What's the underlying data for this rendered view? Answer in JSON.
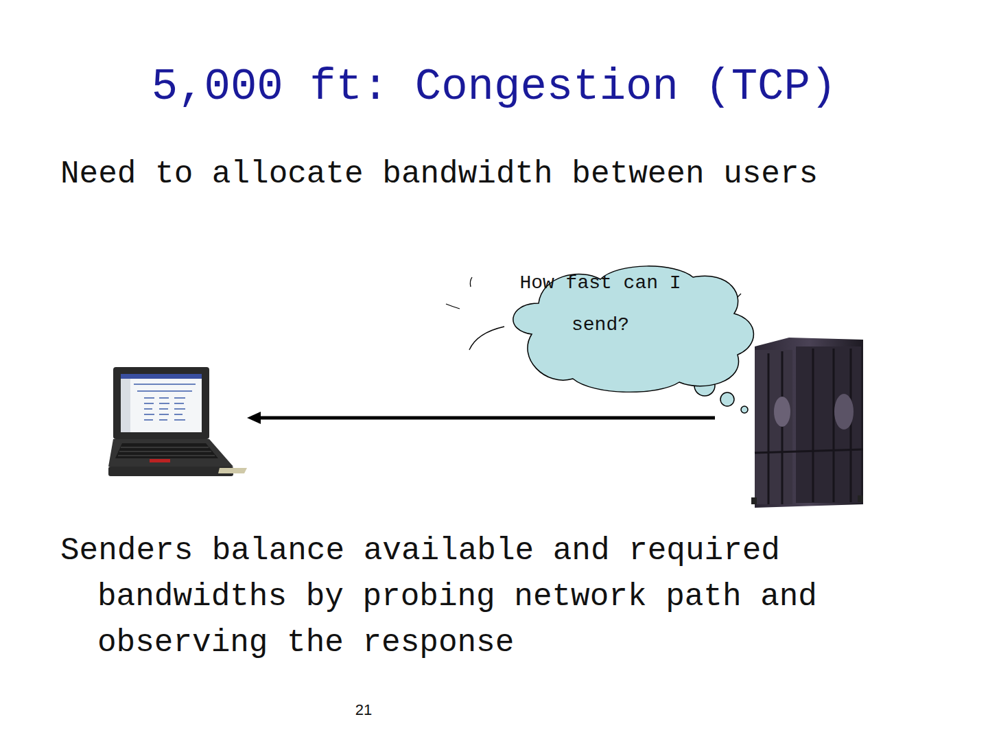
{
  "diagram": {
    "title": "5,000 ft: Congestion (TCP)",
    "nodes": [
      {
        "text": [
          "How fast can I send?"
        ]
      }
    ],
    "labels": [
      "Need to allocate bandwidth between users",
      "Senders balance available and required bandwidths by probing network path and observing the response",
      "21"
    ]
  }
}
